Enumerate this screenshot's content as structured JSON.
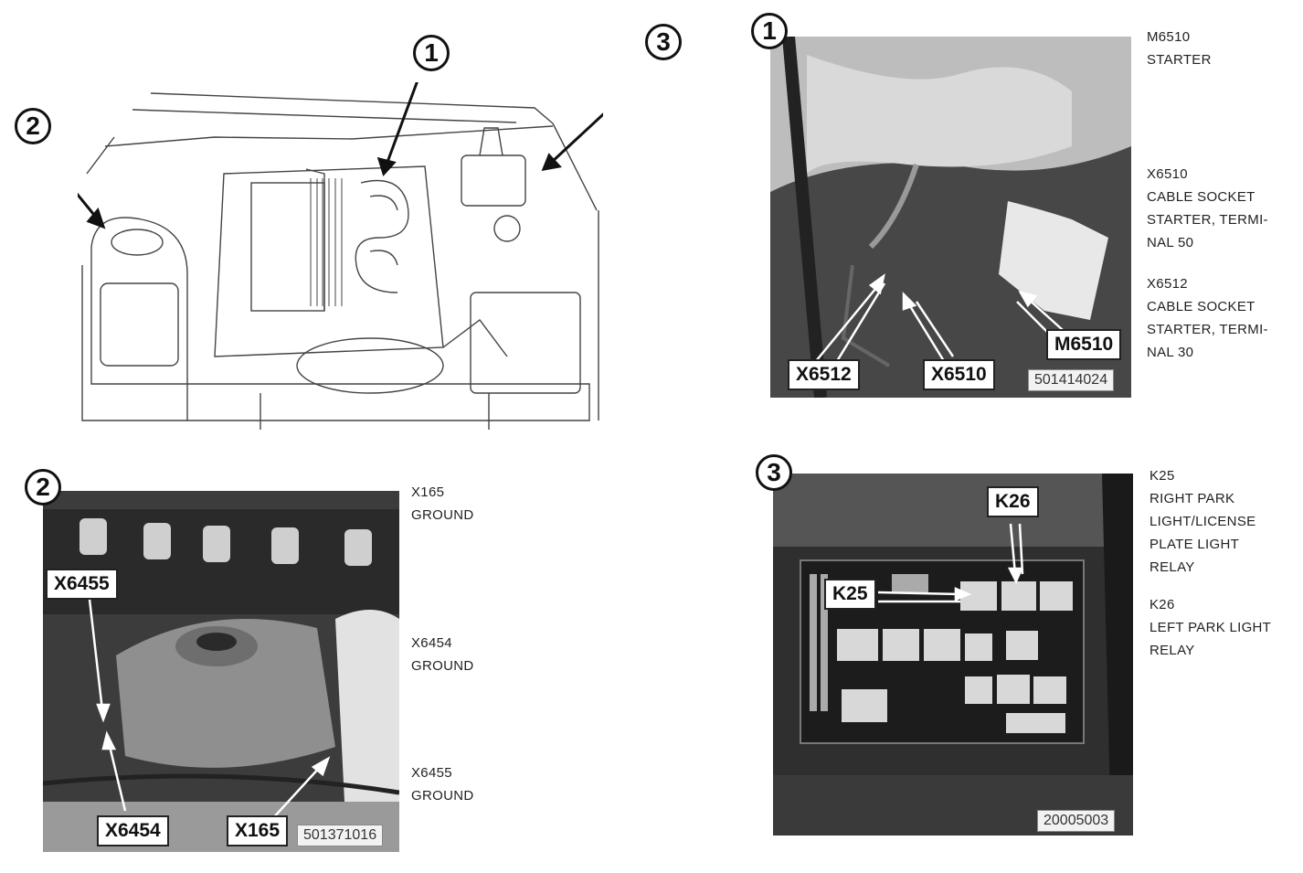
{
  "callouts": {
    "engine_1": "1",
    "engine_2": "2",
    "engine_3": "3",
    "photo1": "1",
    "photo2": "2",
    "photo3": "3"
  },
  "photo1": {
    "tags": {
      "x6512": "X6512",
      "x6510": "X6510",
      "m6510": "M6510"
    },
    "code": "501414024"
  },
  "photo2": {
    "tags": {
      "x6455": "X6455",
      "x6454": "X6454",
      "x165": "X165"
    },
    "code": "501371016"
  },
  "photo3": {
    "tags": {
      "k26": "K26",
      "k25": "K25"
    },
    "code": "20005003"
  },
  "legend1": [
    "M6510",
    "STARTER",
    "X6510",
    "CABLE SOCKET",
    "STARTER, TERMI-",
    "NAL 50",
    "X6512",
    "CABLE SOCKET",
    "STARTER, TERMI-",
    "NAL 30"
  ],
  "legend2": [
    "X165",
    "GROUND",
    "X6454",
    "GROUND",
    "X6455",
    "GROUND"
  ],
  "legend3": [
    "K25",
    "RIGHT PARK",
    "LIGHT/LICENSE",
    "PLATE LIGHT",
    "RELAY",
    "K26",
    "LEFT PARK LIGHT",
    "RELAY"
  ]
}
